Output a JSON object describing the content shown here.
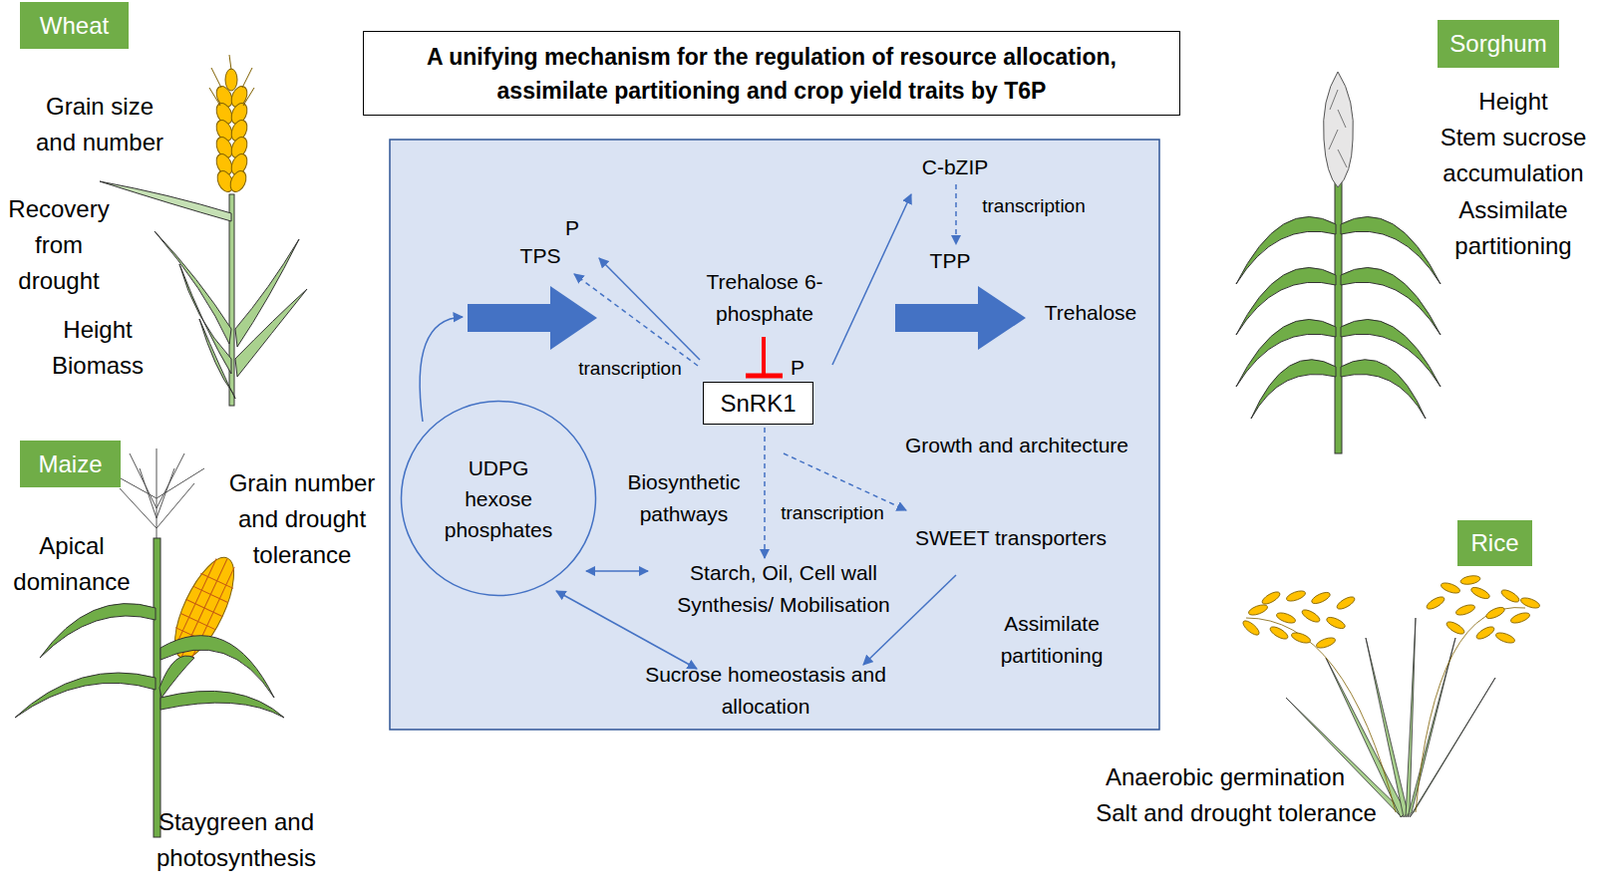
{
  "diagram": {
    "title": "A unifying mechanism for the regulation of resource allocation, assimilate partitioning and crop yield traits by T6P",
    "nodes": [
      {
        "text": [
          "Wheat"
        ]
      },
      {
        "text": [
          "Sorghum"
        ]
      },
      {
        "text": [
          "SnRK1"
        ]
      },
      {
        "text": [
          "Maize"
        ]
      },
      {
        "text": [
          "UDPG hexose phosphates"
        ]
      },
      {
        "text": [
          "Rice"
        ]
      }
    ],
    "labels": [
      "Grain size and number",
      "Recovery from drought",
      "Height",
      "Biomass",
      "Height",
      "Stem sucrose accumulation",
      "Assimilate partitioning",
      "P",
      "TPS",
      "transcription",
      "Trehalose 6- phosphate",
      "P",
      "C-bZIP",
      "transcription",
      "TPP",
      "Trehalose",
      "Growth and architecture",
      "Biosynthetic pathways",
      "transcription",
      "Starch, Oil, Cell wall Synthesis/ Mobilisation",
      "SWEET transporters",
      "Assimilate partitioning",
      "Sucrose homeostasis and allocation",
      "Grain number and drought tolerance",
      "Apical dominance",
      "Staygreen and photosynthesis",
      "Anaerobic germination",
      "Salt and drought tolerance"
    ]
  }
}
